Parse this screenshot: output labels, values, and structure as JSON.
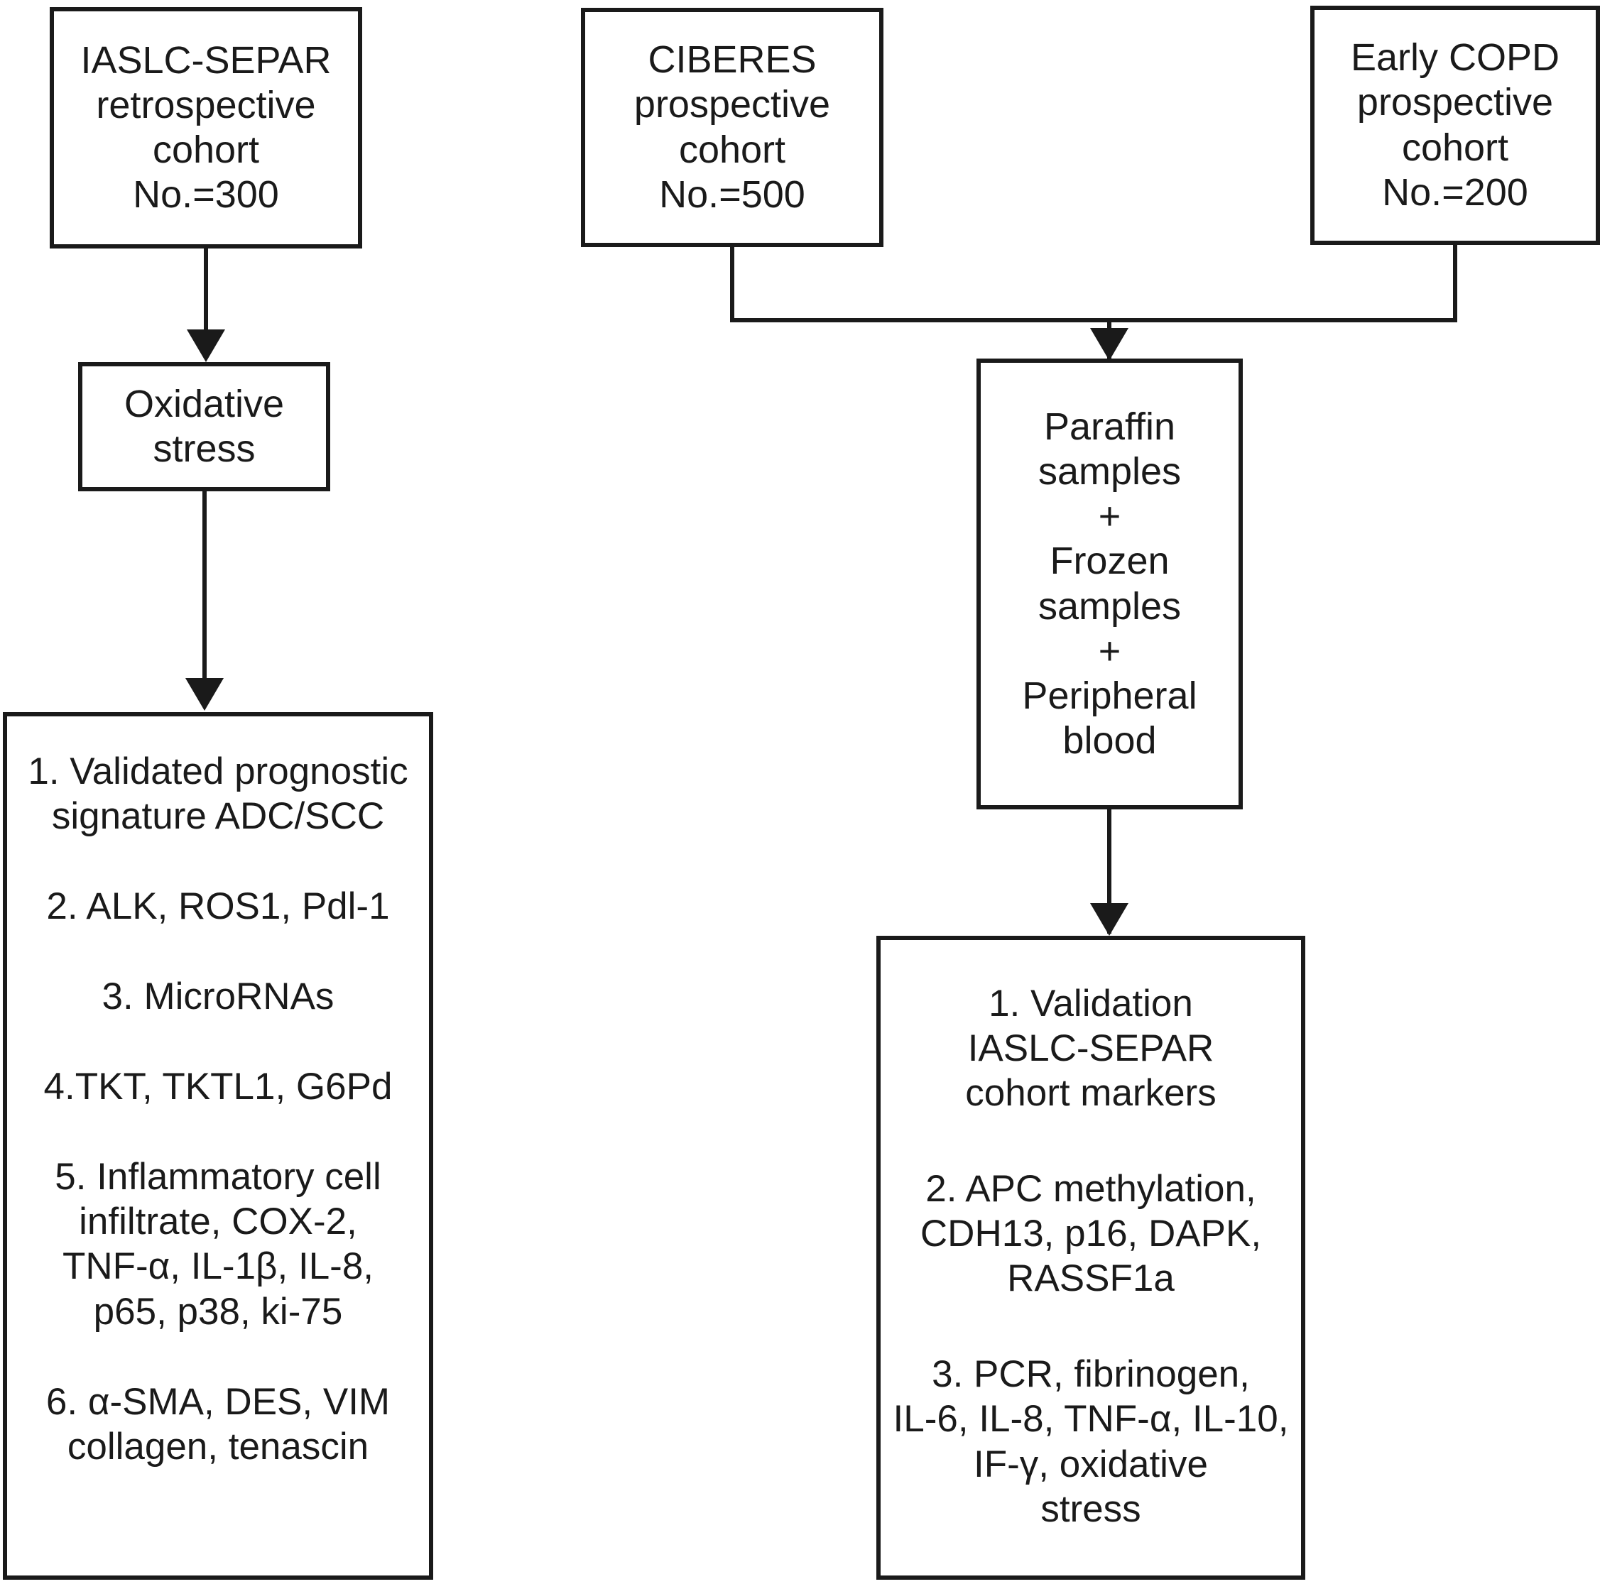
{
  "diagram": {
    "title": "Study design flowchart of cohorts, samples and biomarker analyses",
    "accent_color": "#1a1a1a",
    "background_color": "#ffffff"
  },
  "nodes": {
    "iaslc_separ_cohort": {
      "lines": [
        "IASLC-SEPAR",
        "retrospective",
        "cohort",
        "No.=300"
      ]
    },
    "ciberes_cohort": {
      "lines": [
        "CIBERES",
        "prospective",
        "cohort",
        "No.=500"
      ]
    },
    "early_copd_cohort": {
      "lines": [
        "Early COPD",
        "prospective",
        "cohort",
        "No.=200"
      ]
    },
    "oxidative_stress": {
      "lines": [
        "Oxidative",
        "stress"
      ]
    },
    "samples": {
      "lines": [
        "Paraffin",
        "samples",
        "+",
        "Frozen",
        "samples",
        "+",
        "Peripheral",
        "blood"
      ]
    },
    "left_results": {
      "items": [
        "1. Validated prognostic\nsignature ADC/SCC",
        "2. ALK, ROS1, Pdl-1",
        "3. MicroRNAs",
        "4.TKT, TKTL1, G6Pd",
        "5. Inflammatory cell\ninfiltrate, COX-2,\nTNF-α, IL-1β, IL-8,\np65, p38, ki-75",
        "6. α-SMA, DES, VIM\ncollagen, tenascin"
      ]
    },
    "right_results": {
      "items": [
        "1. Validation\nIASLC-SEPAR\ncohort markers",
        "2. APC methylation,\nCDH13, p16, DAPK,\nRASSF1a",
        "3. PCR, fibrinogen,\nIL-6, IL-8, TNF-α, IL-10,\nIF-γ, oxidative\nstress"
      ]
    }
  }
}
